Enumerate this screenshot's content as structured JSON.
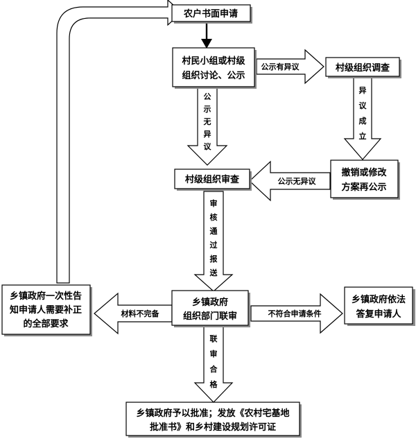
{
  "nodes": {
    "application": "农户书面申请",
    "village_group": [
      "村民小组或村级",
      "组织讨论、公示"
    ],
    "village_investigation": "村级组织调查",
    "revoke_modify": [
      "撤销或修改",
      "方案再公示"
    ],
    "village_review": "村级组织审查",
    "township_joint_review": [
      "乡镇政府",
      "组织部门联审"
    ],
    "notify_supplement": [
      "乡镇政府一次性告",
      "知申请人需要补正",
      "的全部要求"
    ],
    "reply_applicant": [
      "乡镇政府依法",
      "答复申请人"
    ],
    "approval": [
      "乡镇政府予以批准；发放《农村宅基地",
      "批准书》和乡村建设规划许可证"
    ]
  },
  "edge_labels": {
    "publicity_objection": "公示有异议",
    "publicity_no_objection_down": [
      "公",
      "示",
      "无",
      "异",
      "议"
    ],
    "objection_valid": [
      "异",
      "议",
      "成",
      "立"
    ],
    "publicity_no_objection_left": "公示无异议",
    "review_pass_submit": [
      "审",
      "核",
      "通",
      "过",
      "报",
      "送"
    ],
    "materials_incomplete": "材料不完备",
    "conditions_not_met": "不符合申请条件",
    "joint_review_qualified": [
      "联",
      "审",
      "合",
      "格"
    ]
  }
}
